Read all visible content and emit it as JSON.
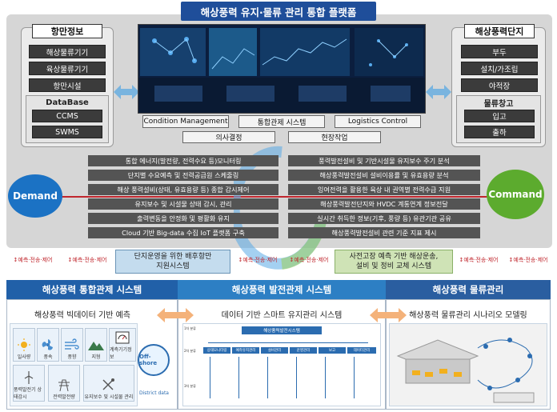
{
  "title": "해상풍력 유지·물류 관리 통합 플랫폼",
  "port_info": {
    "title": "항만정보",
    "items": [
      "해상물류기기",
      "육상물류기기",
      "항만시설"
    ],
    "database_title": "DataBase",
    "database_items": [
      "CCMS",
      "SWMS"
    ]
  },
  "wind_complex": {
    "title": "해상풍력단지",
    "items": [
      "부두",
      "설치/가조립",
      "야적장"
    ],
    "warehouse_title": "물류창고",
    "warehouse_items": [
      "입고",
      "출하"
    ]
  },
  "center": {
    "buttons": [
      "Condition Management",
      "통합관제 시스템",
      "Logistics Control"
    ],
    "bottom": [
      "의사결정",
      "현장작업"
    ]
  },
  "demand_label": "Demand",
  "command_label": "Command",
  "functions_left": [
    "통합 에너지(발전량, 전력수요 등)모니터링",
    "단지별 수요예측 및 전력공급원 스케줄링",
    "해상 풍력설비(상태, 유효용량 등) 종합 감시제어",
    "유지보수 및 시설물 상태 감시, 관리",
    "출력변동을 안정화 및 평활화 유지",
    "Cloud 기반 Big-data 수집 IoT 플랫폼 구축"
  ],
  "functions_right": [
    "풍력발전설비 및 기반시설물 유지보수 주기 분석",
    "해상풍력발전설비 설비이용률 및 유효용량 분석",
    "잉여전력을 활용한 육상 내 권역별 전력수급 지원",
    "해상풍력발전단지와 HVDC 계통연계 정보전달",
    "실시간 취득한 정보(기후, 풍량 등) 유관기관 공유",
    "해상풍력발전설비 관련 기준 지표 제시"
  ],
  "arrow_label": "예측·전송·제어",
  "left_support": [
    "단지운영을 위한 배후항만",
    "지원시스템"
  ],
  "right_support": [
    "사전고장 예측 기반 해상운송,",
    "설비 및 정비 교체 시스템"
  ],
  "bottom": {
    "left_header": "해상풍력 통합관제 시스템",
    "center_header": "해상풍력 발전관제 시스템",
    "right_header": "해상풍력 물류관리",
    "left_sub": "해상풍력 빅데이터 기반 예측",
    "center_sub": "데이터 기반 스마트 유지관리 시스템",
    "right_sub": "해상풍력 물류관리 시나리오 모델링",
    "icons": [
      {
        "label": "일사량",
        "icon": "sun-icon"
      },
      {
        "label": "풍속",
        "icon": "fan-icon"
      },
      {
        "label": "풍향",
        "icon": "wind-icon"
      },
      {
        "label": "지형",
        "icon": "terrain-icon"
      },
      {
        "label": "계측기기정보",
        "icon": "meter-icon"
      },
      {
        "label": "풍력발전기 상태감시",
        "icon": "turbine-icon"
      },
      {
        "label": "전력발전량",
        "icon": "power-icon"
      },
      {
        "label": "유지보수 및 시설물 관리",
        "icon": "tools-icon"
      }
    ],
    "offshore_label": "Off-shore",
    "district_label": "District data",
    "diagram_top": "해상풍력발전시스템",
    "diagram_nodes": [
      "상태모니터링",
      "예측유지관리",
      "설비관리",
      "운영관리",
      "보고",
      "데이터관리"
    ],
    "row_labels": [
      "1차 분류",
      "2차 분류",
      "3차 분류"
    ]
  },
  "colors": {
    "title_bg": "#1f4e9a",
    "demand": "#1b72c4",
    "command": "#5cab2e",
    "header_left": "#2160a8",
    "header_center": "#2d7fc4",
    "header_right": "#2a5ea0"
  }
}
